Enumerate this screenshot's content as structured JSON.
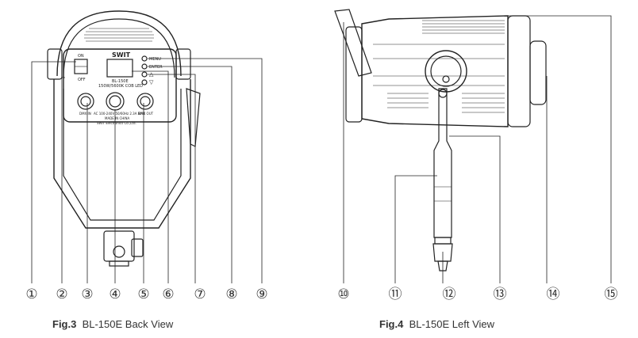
{
  "fig3": {
    "label": "Fig.3",
    "title": "BL-150E Back View",
    "brand": "SWIT",
    "switch_on": "ON",
    "switch_off": "OFF",
    "btn_menu": "MENU",
    "btn_enter": "ENTER",
    "btn_up": "△",
    "btn_down": "▽",
    "model": "BL-150E",
    "spec": "150W/5600K COB LED",
    "dmx_in": "DMX IN",
    "dmx_out": "DMX OUT",
    "ac_info": "AC 100-240V 50/60Hz 2.3A MAX",
    "made_in": "MADE IN CHINA",
    "maker": "SWIT Electronics Co.,Ltd.",
    "callouts": [
      "①",
      "②",
      "③",
      "④",
      "⑤",
      "⑥",
      "⑦",
      "⑧",
      "⑨"
    ]
  },
  "fig4": {
    "label": "Fig.4",
    "title": "BL-150E Left View",
    "callouts": [
      "⑩",
      "⑪",
      "⑫",
      "⑬",
      "⑭",
      "⑮"
    ]
  }
}
